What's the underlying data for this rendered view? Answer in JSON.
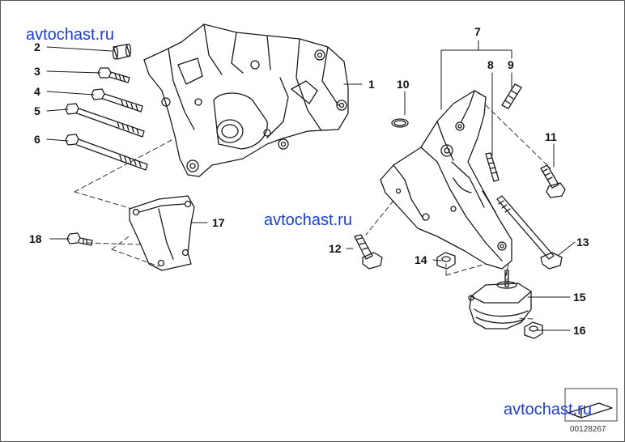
{
  "watermark": {
    "text": "avtochast.ru",
    "color": "#1a3fd9"
  },
  "callouts": {
    "c1": "1",
    "c2": "2",
    "c3": "3",
    "c4": "4",
    "c5": "5",
    "c6": "6",
    "c7": "7",
    "c8": "8",
    "c9": "9",
    "c10": "10",
    "c11": "11",
    "c12": "12",
    "c13": "13",
    "c14": "14",
    "c15": "15",
    "c16": "16",
    "c17": "17",
    "c18": "18"
  },
  "document_number": "00128267",
  "parts": [
    {
      "number": "1",
      "icon": "engine-support-bracket-icon"
    },
    {
      "number": "2",
      "icon": "bushing-icon"
    },
    {
      "number": "3",
      "icon": "hex-bolt-short-icon"
    },
    {
      "number": "4",
      "icon": "hex-bolt-medium-icon"
    },
    {
      "number": "5",
      "icon": "hex-bolt-long-icon"
    },
    {
      "number": "6",
      "icon": "hex-bolt-long-icon"
    },
    {
      "number": "7",
      "icon": "engine-mount-arm-icon"
    },
    {
      "number": "8",
      "icon": "stud-bolt-icon"
    },
    {
      "number": "9",
      "icon": "stud-bolt-icon"
    },
    {
      "number": "10",
      "icon": "o-ring-icon"
    },
    {
      "number": "11",
      "icon": "hex-bolt-icon"
    },
    {
      "number": "12",
      "icon": "hex-bolt-icon"
    },
    {
      "number": "13",
      "icon": "long-bolt-icon"
    },
    {
      "number": "14",
      "icon": "hex-nut-icon"
    },
    {
      "number": "15",
      "icon": "rubber-engine-mount-icon"
    },
    {
      "number": "16",
      "icon": "hex-nut-icon"
    },
    {
      "number": "17",
      "icon": "heat-shield-bracket-icon"
    },
    {
      "number": "18",
      "icon": "hex-bolt-short-icon"
    }
  ]
}
